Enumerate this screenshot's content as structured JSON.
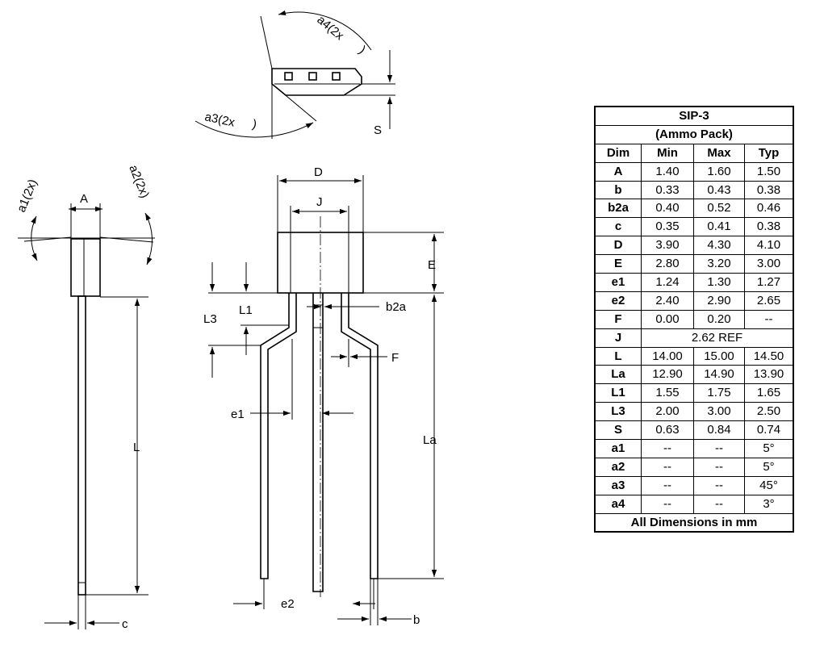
{
  "labels": {
    "a1": "a1(2x)",
    "a2": "a2(2x)",
    "a3": "a3(2x",
    "a4": "a4(2x",
    "A": "A",
    "L": "L",
    "c": "c",
    "S": "S",
    "D": "D",
    "J": "J",
    "E": "E",
    "L1": "L1",
    "L3": "L3",
    "b2a": "b2a",
    "F": "F",
    "e1": "e1",
    "La": "La",
    "e2": "e2",
    "b": "b",
    "paren": ")"
  },
  "table": {
    "title": "SIP-3",
    "subtitle": "(Ammo Pack)",
    "headers": [
      "Dim",
      "Min",
      "Max",
      "Typ"
    ],
    "rows": [
      {
        "dim": "A",
        "min": "1.40",
        "max": "1.60",
        "typ": "1.50"
      },
      {
        "dim": "b",
        "min": "0.33",
        "max": "0.43",
        "typ": "0.38"
      },
      {
        "dim": "b2a",
        "min": "0.40",
        "max": "0.52",
        "typ": "0.46"
      },
      {
        "dim": "c",
        "min": "0.35",
        "max": "0.41",
        "typ": "0.38"
      },
      {
        "dim": "D",
        "min": "3.90",
        "max": "4.30",
        "typ": "4.10"
      },
      {
        "dim": "E",
        "min": "2.80",
        "max": "3.20",
        "typ": "3.00"
      },
      {
        "dim": "e1",
        "min": "1.24",
        "max": "1.30",
        "typ": "1.27"
      },
      {
        "dim": "e2",
        "min": "2.40",
        "max": "2.90",
        "typ": "2.65"
      },
      {
        "dim": "F",
        "min": "0.00",
        "max": "0.20",
        "typ": "--"
      },
      {
        "dim": "J",
        "ref": "2.62 REF"
      },
      {
        "dim": "L",
        "min": "14.00",
        "max": "15.00",
        "typ": "14.50"
      },
      {
        "dim": "La",
        "min": "12.90",
        "max": "14.90",
        "typ": "13.90"
      },
      {
        "dim": "L1",
        "min": "1.55",
        "max": "1.75",
        "typ": "1.65"
      },
      {
        "dim": "L3",
        "min": "2.00",
        "max": "3.00",
        "typ": "2.50"
      },
      {
        "dim": "S",
        "min": "0.63",
        "max": "0.84",
        "typ": "0.74"
      },
      {
        "dim": "a1",
        "min": "--",
        "max": "--",
        "typ": "5°"
      },
      {
        "dim": "a2",
        "min": "--",
        "max": "--",
        "typ": "5°"
      },
      {
        "dim": "a3",
        "min": "--",
        "max": "--",
        "typ": "45°"
      },
      {
        "dim": "a4",
        "min": "--",
        "max": "--",
        "typ": "3°"
      }
    ],
    "footer": "All Dimensions in mm"
  }
}
